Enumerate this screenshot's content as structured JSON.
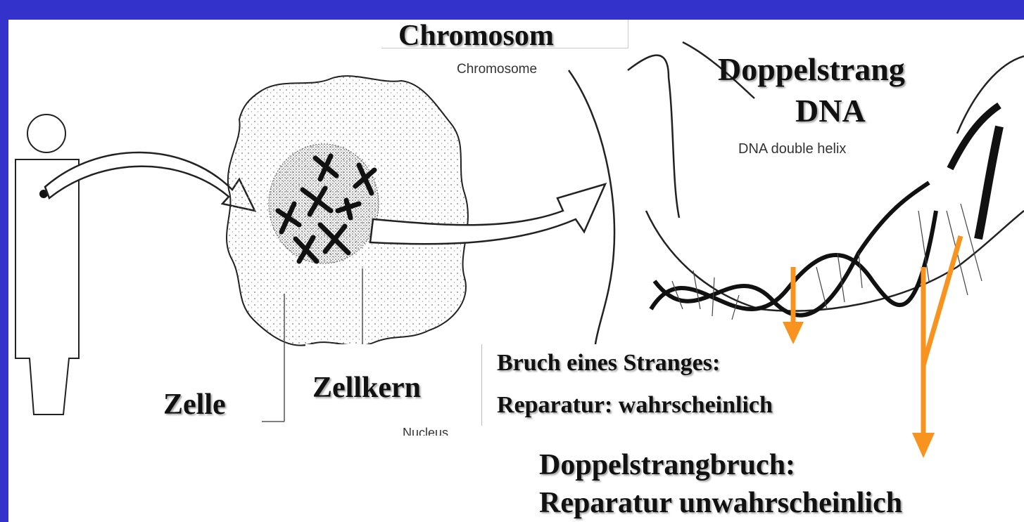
{
  "labels": {
    "chromosom": "Chromosom",
    "doppelstrang": "Doppelstrang",
    "dna": "DNA",
    "zelle": "Zelle",
    "zellkern": "Zellkern",
    "single_break_line1": "Bruch eines Stranges:",
    "single_break_line2": "Reparatur: wahrscheinlich",
    "double_break_line1": "Doppelstrangbruch:",
    "double_break_line2": "Reparatur unwahrscheinlich"
  },
  "original_labels": {
    "chromosome": "Chromosome",
    "dna_double_helix": "DNA double helix",
    "nucleus": "Nucleus"
  },
  "colors": {
    "background": "#3333cc",
    "arrow": "#f7931e",
    "ink": "#111111"
  }
}
